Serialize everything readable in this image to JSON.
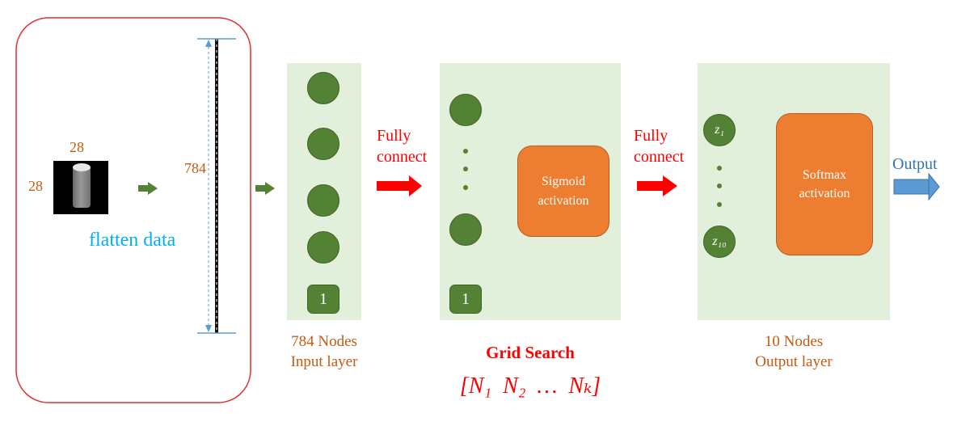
{
  "image_box": {
    "width_label": "28",
    "height_label": "28",
    "flatten_label": "flatten data",
    "vector_label": "784"
  },
  "input_layer": {
    "bias_label": "1",
    "caption_line1": "784 Nodes",
    "caption_line2": "Input layer"
  },
  "arrow1": {
    "line1": "Fully",
    "line2": "connect"
  },
  "hidden_layer": {
    "bias_label": "1",
    "activation_line1": "Sigmoid",
    "activation_line2": "activation",
    "title": "Grid Search",
    "formula": "[N₁  N₂  …  Nₖ]"
  },
  "arrow2": {
    "line1": "Fully",
    "line2": "connect"
  },
  "output_layer": {
    "node_top": "z₁",
    "node_bottom": "z₁₀",
    "activation_line1": "Softmax",
    "activation_line2": "activation",
    "caption_line1": "10 Nodes",
    "caption_line2": "Output layer"
  },
  "output_arrow": {
    "label": "Output"
  },
  "colors": {
    "panel": "#e2efda",
    "node": "#548235",
    "activation": "#ed7d31",
    "red": "#ff0000",
    "orange_text": "#c55a11",
    "blue": "#5b9bd5",
    "flatten_text": "#00b0f0"
  }
}
